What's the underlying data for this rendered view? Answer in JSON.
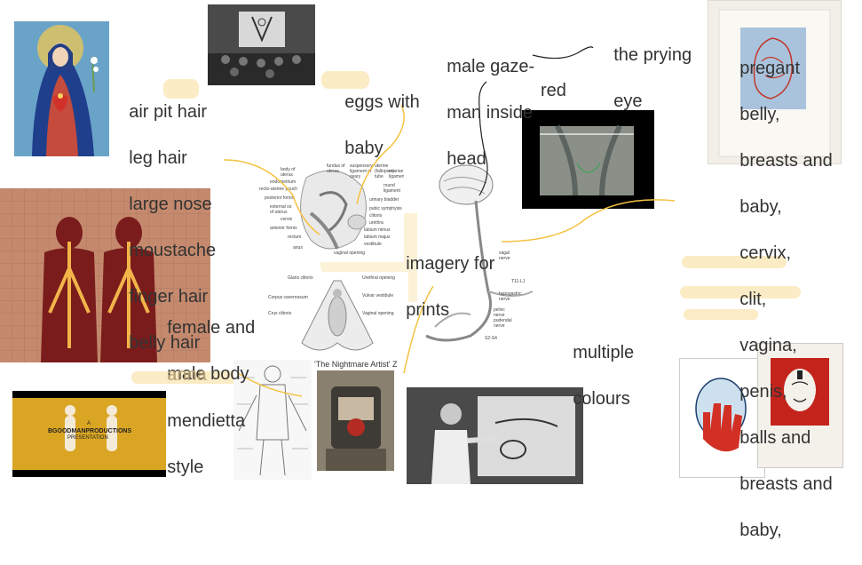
{
  "notes": {
    "body_hair": {
      "word_air_pit": "air pit ",
      "word_hair": "hair",
      "lines": [
        "leg hair",
        "large nose",
        "moustache",
        "finger hair",
        "belly hair"
      ]
    },
    "eggs_baby": {
      "eggs": "eggs",
      "rest": " with",
      "line2": "baby"
    },
    "male_gaze": [
      "male gaze-",
      "man inside",
      "head"
    ],
    "prying_eye": [
      "the prying",
      "eye"
    ],
    "red": "red",
    "imagery_for_prints": [
      "imagery for",
      "prints"
    ],
    "pregnant_list": [
      "pregant",
      "belly,",
      "breasts and",
      "baby,",
      "cervix,",
      "clit,",
      "vagina,",
      "penis,",
      "balls and",
      "breasts and",
      "baby,"
    ],
    "female_male_body": [
      "female and",
      "male body"
    ],
    "anna_mendietta": [
      "anna",
      "mendietta",
      "style"
    ],
    "multiple_colours": [
      "multiple",
      "colours"
    ]
  },
  "images": {
    "nightmare_caption": "'The Nightmare Artist' Z",
    "production_credit_a": "A",
    "production_credit_name": "BGOODMANPRODUCTIONS",
    "production_credit_presentation": "PRESENTATION",
    "diagram_labels_left": [
      "body of",
      "uterus",
      "endometrium",
      "recto-uterine pouch",
      "posterior fornix",
      "external os",
      "of uterus",
      "cervix",
      "anterior fornix",
      "rectum",
      "anus"
    ],
    "diagram_labels_right": [
      "fundus of",
      "uterus",
      "suspensory",
      "ligament of",
      "ovary",
      "uterine",
      "(fallopian)",
      "tube",
      "ovarian",
      "ligament",
      "round",
      "ligament",
      "urinary bladder",
      "pubic symphysis",
      "clitoris",
      "urethra",
      "labium minus",
      "labium majus",
      "vestibule",
      "vaginal opening"
    ],
    "clitoris_labels": [
      "Glans clitoris",
      "Corpus cavernosum",
      "Crus clitoris",
      "Urethral opening",
      "Vulvar vestibule",
      "Vaginal opening"
    ],
    "nerve_labels": [
      "vagal",
      "nerve",
      "hypogastric",
      "nerve",
      "T11-L1",
      "pelvic",
      "nerve",
      "pudendal",
      "nerve",
      "S2-S4"
    ]
  },
  "colors": {
    "annotation_line": "#f5c242",
    "highlight": "#f8dc96",
    "text": "#333333"
  }
}
